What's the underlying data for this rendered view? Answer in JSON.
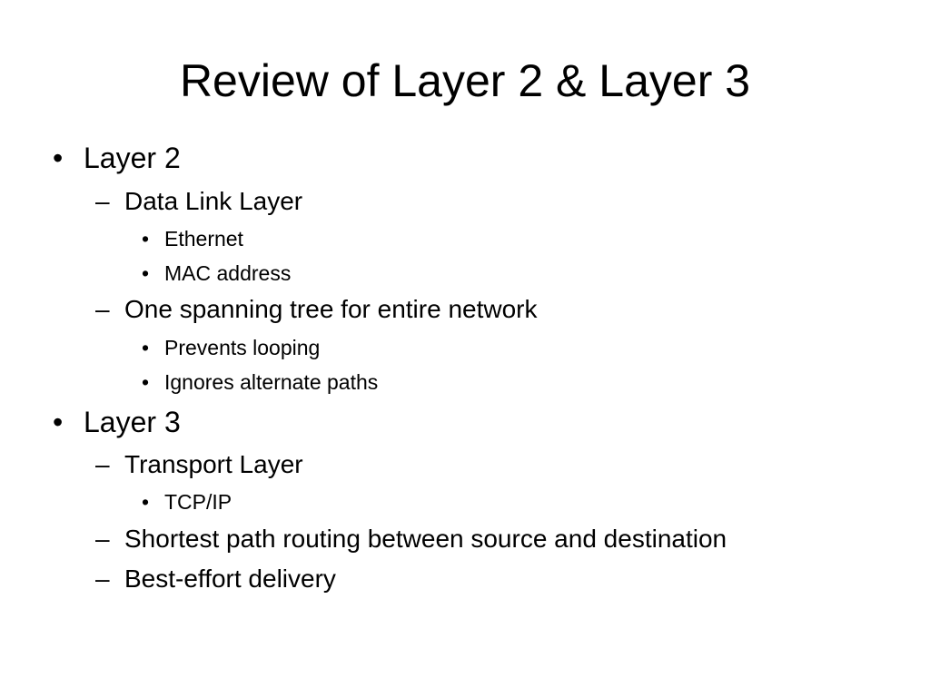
{
  "slide": {
    "title": "Review of Layer 2 & Layer 3",
    "markers": {
      "level1": "•",
      "level2": "–",
      "level3": "•"
    },
    "items": [
      {
        "level": 1,
        "text": "Layer 2"
      },
      {
        "level": 2,
        "text": "Data Link Layer"
      },
      {
        "level": 3,
        "text": "Ethernet"
      },
      {
        "level": 3,
        "text": "MAC address"
      },
      {
        "level": 2,
        "text": "One spanning tree for entire network"
      },
      {
        "level": 3,
        "text": "Prevents looping"
      },
      {
        "level": 3,
        "text": "Ignores alternate paths"
      },
      {
        "level": 1,
        "text": "Layer 3"
      },
      {
        "level": 2,
        "text": "Transport Layer"
      },
      {
        "level": 3,
        "text": "TCP/IP"
      },
      {
        "level": 2,
        "text": "Shortest path routing between source and destination"
      },
      {
        "level": 2,
        "text": "Best-effort delivery"
      }
    ]
  }
}
